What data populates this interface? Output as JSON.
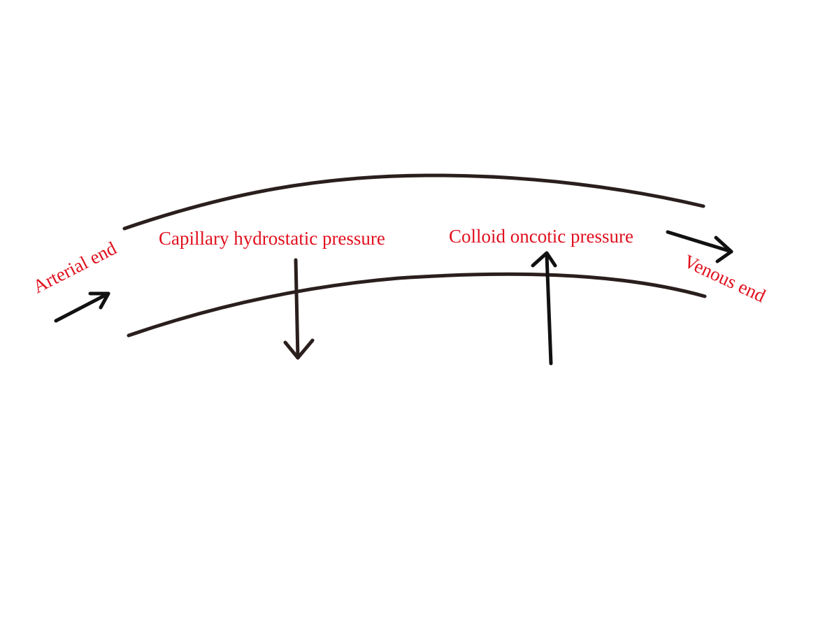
{
  "colors": {
    "background": "#ffffff",
    "label_text": "#e0101e",
    "vessel_wall": "#2a1f1d",
    "arrow": "#111111"
  },
  "labels": {
    "arterial_end": "Arterial end",
    "venous_end": "Venous end",
    "capillary_hydrostatic_pressure": "Capillary hydrostatic pressure",
    "colloid_oncotic_pressure": "Colloid oncotic pressure"
  }
}
